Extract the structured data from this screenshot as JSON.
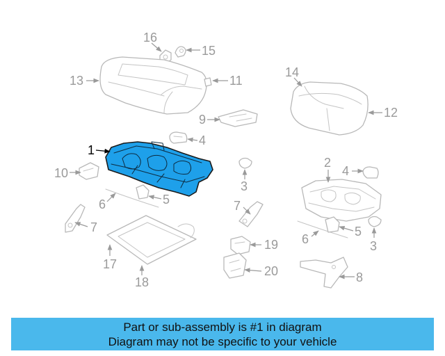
{
  "callouts": {
    "c1": "1",
    "c2": "2",
    "c3a": "3",
    "c3b": "3",
    "c4a": "4",
    "c4b": "4",
    "c5a": "5",
    "c5b": "5",
    "c6a": "6",
    "c6b": "6",
    "c7a": "7",
    "c7b": "7",
    "c8": "8",
    "c9": "9",
    "c10": "10",
    "c11": "11",
    "c12": "12",
    "c13": "13",
    "c14": "14",
    "c15": "15",
    "c16": "16",
    "c17": "17",
    "c18": "18",
    "c19": "19",
    "c20": "20"
  },
  "highlight_color": "#1ea0ea",
  "banner": {
    "background": "#4ab8ec",
    "line1": "Part or sub-assembly is #1 in diagram",
    "line2": "Diagram may not be specific to your vehicle"
  }
}
